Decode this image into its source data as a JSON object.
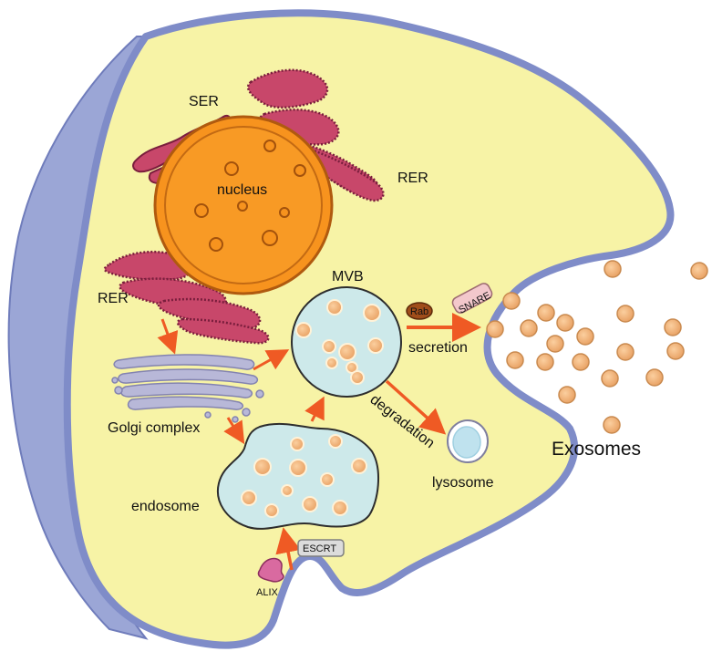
{
  "labels": {
    "ser": "SER",
    "rer_top": "RER",
    "rer_left": "RER",
    "nucleus": "nucleus",
    "mvb": "MVB",
    "rab": "Rab",
    "snare": "SNARE",
    "secretion": "secretion",
    "degradation": "degradation",
    "lysosome": "lysosome",
    "golgi": "Golgi complex",
    "endosome": "endosome",
    "escrt": "ESCRT",
    "alix": "ALIX",
    "exosomes": "Exosomes"
  },
  "colors": {
    "membrane": "#7f8cc8",
    "outer_shadow": "#9ba6d6",
    "cytoplasm": "#f7f3a6",
    "nucleus": "#f7931e",
    "nucleus_outline": "#b05a0f",
    "er": "#c8476a",
    "er_outline": "#7a1e3d",
    "vesicle_fill": "#f3b27a",
    "vesicle_ring": "#ffe6c2",
    "mvb_fill": "#cde9ea",
    "golgi": "#b8b8d8",
    "arrow": "#ef5a24",
    "rab": "#a04d1a",
    "snare": "#f3c8cc",
    "escrt": "#dcdcdc",
    "alix": "#d96aa0",
    "lysosome": "#bfe2ee"
  }
}
